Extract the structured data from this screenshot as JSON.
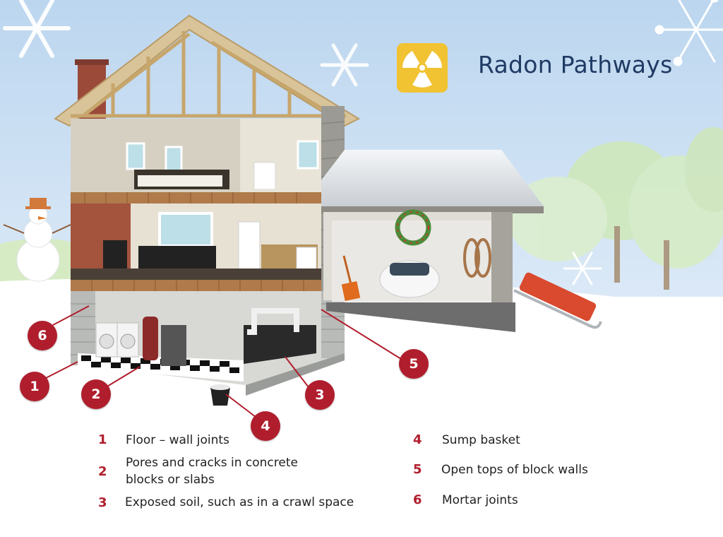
{
  "title": "Radon Pathways",
  "colors": {
    "badge": "#b01e2d",
    "title": "#1f3a63",
    "radiation_icon_bg": "#f1c232",
    "sky": "#c9def2"
  },
  "icons": {
    "radiation": "radiation-trefoil-icon",
    "snowflake": "snowflake-icon"
  },
  "markers": [
    "1",
    "2",
    "3",
    "4",
    "5",
    "6"
  ],
  "legend": {
    "left": [
      {
        "num": "1",
        "lines": [
          "Floor – wall joints"
        ]
      },
      {
        "num": "2",
        "lines": [
          "Pores and cracks in concrete",
          "blocks or slabs"
        ]
      },
      {
        "num": "3",
        "lines": [
          "Exposed soil, such as in a crawl space"
        ]
      }
    ],
    "right": [
      {
        "num": "4",
        "lines": [
          "Sump basket"
        ]
      },
      {
        "num": "5",
        "lines": [
          "Open tops of block walls"
        ]
      },
      {
        "num": "6",
        "lines": [
          "Mortar joints"
        ]
      }
    ]
  }
}
